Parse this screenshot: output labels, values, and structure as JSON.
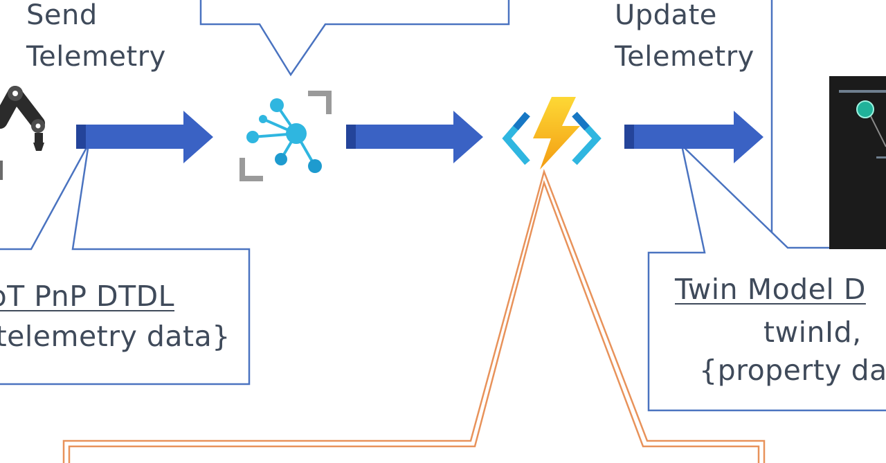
{
  "labels": {
    "send_line1": "Send",
    "send_line2": "Telemetry",
    "update_line1": "Update",
    "update_line2": "Telemetry"
  },
  "callouts": {
    "iot_pnp": {
      "title": "IoT PnP DTDL",
      "body": "{telemetry data}"
    },
    "twin_model": {
      "title": "Twin Model D",
      "line2": "twinId,",
      "line3": "{property da"
    }
  },
  "icons": {
    "device": "robot-arm-icon",
    "hub": "iot-hub-icon",
    "function": "azure-functions-icon",
    "twins": "digital-twins-graph-thumbnail"
  },
  "colors": {
    "arrow": "#3a62c4",
    "arrow_shade": "#24449a",
    "callout_border": "#4a73c0",
    "orange_callout": "#e8925a",
    "hub_cyan": "#2fb6e0",
    "bolt_yellow": "#f7b91d",
    "text": "#3f4a5a"
  }
}
